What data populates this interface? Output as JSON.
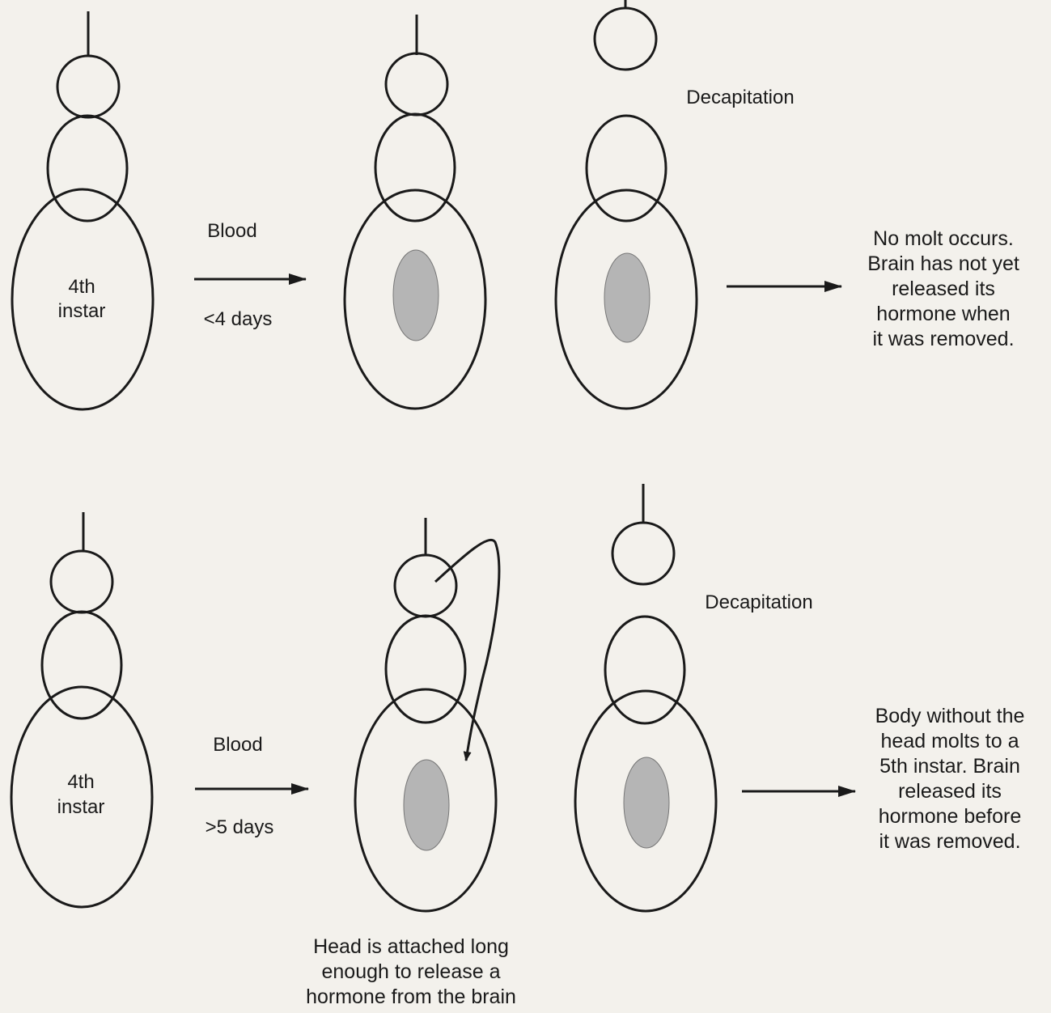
{
  "colors": {
    "line": "#1a1a1a",
    "background": "#f3f1ec",
    "gland_fill": "#b5b5b5"
  },
  "top_row": {
    "stage_label": [
      "4th",
      "instar"
    ],
    "arrow_label_top": "Blood",
    "arrow_label_bottom": "<4 days",
    "procedure": "Decapitation",
    "result": [
      "No molt occurs.",
      "Brain has not yet",
      "released its",
      "hormone when",
      "it was removed."
    ]
  },
  "bottom_row": {
    "stage_label": [
      "4th",
      "instar"
    ],
    "arrow_label_top": "Blood",
    "arrow_label_bottom": ">5 days",
    "procedure": "Decapitation",
    "result": [
      "Body without the",
      "head molts to a",
      "5th instar.  Brain",
      "released its",
      "hormone before",
      "it was removed."
    ],
    "caption": [
      "Head is attached long",
      "enough to release a",
      "hormone from the brain"
    ]
  }
}
